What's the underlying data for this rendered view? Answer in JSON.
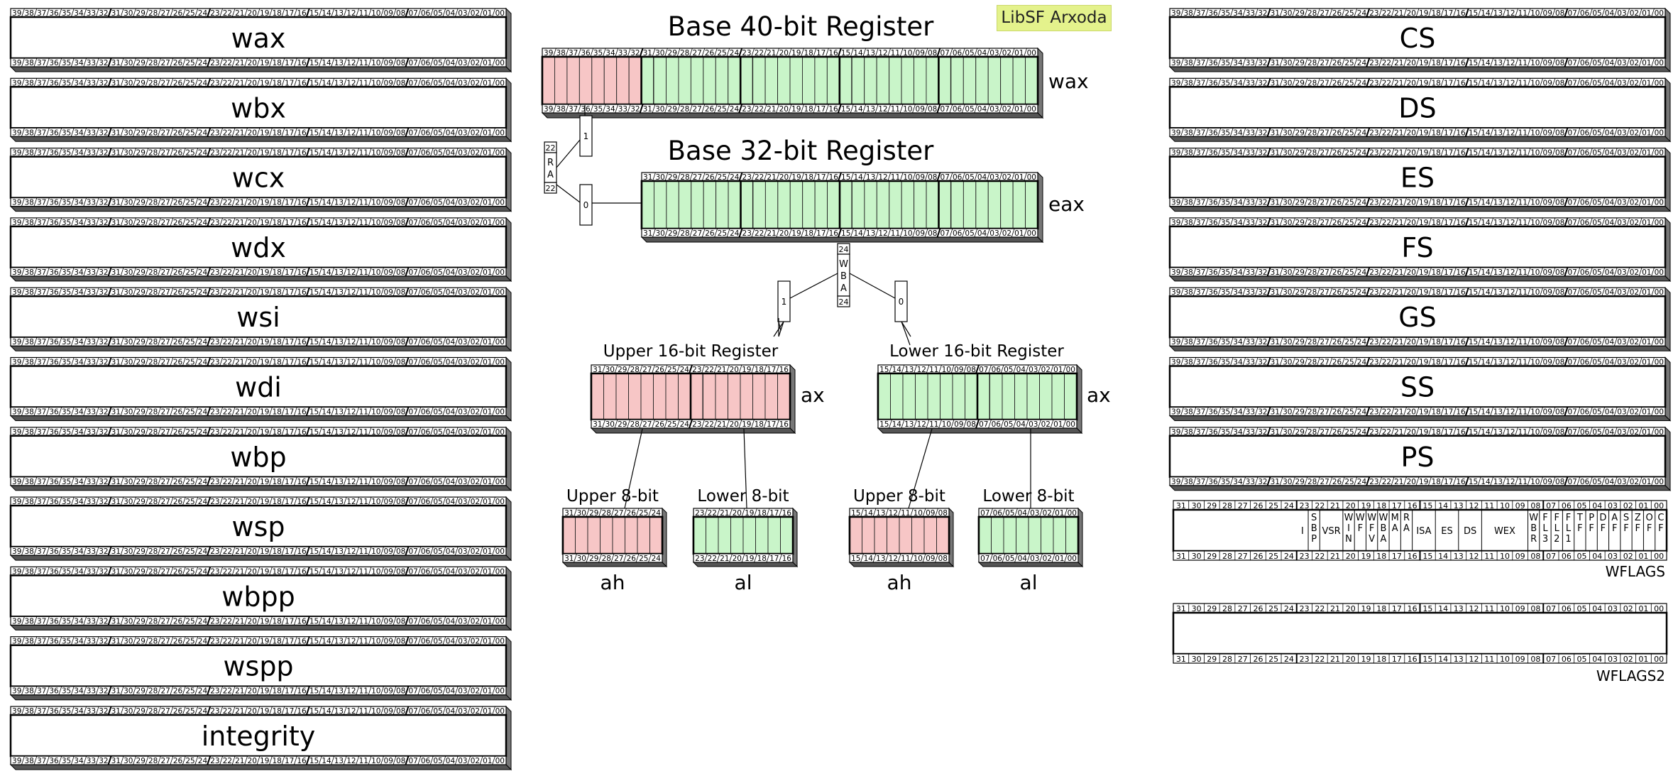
{
  "badge": "LibSF Arxoda",
  "colors": {
    "red": "#f7c6c6",
    "green": "#c9f5c9",
    "line": "#000000",
    "badge_bg": "#e4f28c"
  },
  "left_registers": [
    "wax",
    "wbx",
    "wcx",
    "wdx",
    "wsi",
    "wdi",
    "wbp",
    "wsp",
    "wbpp",
    "wspp",
    "integrity"
  ],
  "right_registers": [
    "CS",
    "DS",
    "ES",
    "FS",
    "GS",
    "SS",
    "PS"
  ],
  "bits40": [
    "39",
    "38",
    "37",
    "36",
    "35",
    "34",
    "33",
    "32",
    "31",
    "30",
    "29",
    "28",
    "27",
    "26",
    "25",
    "24",
    "23",
    "22",
    "21",
    "20",
    "19",
    "18",
    "17",
    "16",
    "15",
    "14",
    "13",
    "12",
    "11",
    "10",
    "09",
    "08",
    "07",
    "06",
    "05",
    "04",
    "03",
    "02",
    "01",
    "00"
  ],
  "bits32": [
    "31",
    "30",
    "29",
    "28",
    "27",
    "26",
    "25",
    "24",
    "23",
    "22",
    "21",
    "20",
    "19",
    "18",
    "17",
    "16",
    "15",
    "14",
    "13",
    "12",
    "11",
    "10",
    "09",
    "08",
    "07",
    "06",
    "05",
    "04",
    "03",
    "02",
    "01",
    "00"
  ],
  "bits_upper16": [
    "31",
    "30",
    "29",
    "28",
    "27",
    "26",
    "25",
    "24",
    "23",
    "22",
    "21",
    "20",
    "19",
    "18",
    "17",
    "16"
  ],
  "bits_lower16": [
    "15",
    "14",
    "13",
    "12",
    "11",
    "10",
    "09",
    "08",
    "07",
    "06",
    "05",
    "04",
    "03",
    "02",
    "01",
    "00"
  ],
  "bits_31_24": [
    "31",
    "30",
    "29",
    "28",
    "27",
    "26",
    "25",
    "24"
  ],
  "bits_23_16": [
    "23",
    "22",
    "21",
    "20",
    "19",
    "18",
    "17",
    "16"
  ],
  "bits_15_08": [
    "15",
    "14",
    "13",
    "12",
    "11",
    "10",
    "09",
    "08"
  ],
  "bits_07_00": [
    "07",
    "06",
    "05",
    "04",
    "03",
    "02",
    "01",
    "00"
  ],
  "diagram": {
    "base40_title": "Base 40-bit Register",
    "base40_name": "wax",
    "base32_title": "Base 32-bit Register",
    "base32_name": "eax",
    "upper16_title": "Upper 16-bit Register",
    "lower16_title": "Lower 16-bit Register",
    "ax_name": "ax",
    "upper8_title": "Upper 8-bit",
    "lower8_title": "Lower 8-bit",
    "ah_name": "ah",
    "al_name": "al",
    "ra_selector": {
      "top": "22",
      "chars": [
        "R",
        "A"
      ],
      "bottom": "22"
    },
    "wba_selector": {
      "top": "24",
      "chars": [
        "W",
        "B",
        "A"
      ],
      "bottom": "24"
    },
    "switch_one": "1",
    "switch_zero": "0"
  },
  "wflags": {
    "name": "WFLAGS",
    "fields": [
      {
        "label": "",
        "bits": [
          "31",
          "24"
        ]
      },
      {
        "label": "I",
        "bits": [
          "31",
          "31"
        ]
      },
      {
        "label": "SBP",
        "bits": [
          "30",
          "30"
        ]
      },
      {
        "label": "VSR",
        "bits": [
          "29",
          "28"
        ]
      },
      {
        "label": "WIN",
        "bits": [
          "27",
          "27"
        ]
      },
      {
        "label": "WF",
        "bits": [
          "26",
          "26"
        ]
      },
      {
        "label": "WFV",
        "bits": [
          "25",
          "25"
        ]
      },
      {
        "label": "WBA",
        "bits": [
          "24",
          "24"
        ]
      },
      {
        "label": "MA",
        "bits": [
          "23",
          "23"
        ]
      },
      {
        "label": "RA",
        "bits": [
          "22",
          "22"
        ]
      },
      {
        "label": "ISA",
        "bits": [
          "21",
          "20"
        ]
      },
      {
        "label": "ES",
        "bits": [
          "19",
          "18"
        ]
      },
      {
        "label": "DS",
        "bits": [
          "17",
          "16"
        ]
      },
      {
        "label": "WEX",
        "bits": [
          "15",
          "12"
        ]
      },
      {
        "label": "WBR",
        "bits": [
          "11",
          "11"
        ]
      },
      {
        "label": "FL3",
        "bits": [
          "10",
          "10"
        ]
      },
      {
        "label": "FL2",
        "bits": [
          "09",
          "09"
        ]
      },
      {
        "label": "FL1",
        "bits": [
          "08",
          "08"
        ]
      },
      {
        "label": "TF",
        "bits": [
          "07",
          "07"
        ]
      },
      {
        "label": "PF",
        "bits": [
          "06",
          "06"
        ]
      },
      {
        "label": "DF",
        "bits": [
          "05",
          "05"
        ]
      },
      {
        "label": "AF",
        "bits": [
          "04",
          "04"
        ]
      },
      {
        "label": "SF",
        "bits": [
          "03",
          "03"
        ]
      },
      {
        "label": "ZF",
        "bits": [
          "02",
          "02"
        ]
      },
      {
        "label": "OF",
        "bits": [
          "01",
          "01"
        ]
      },
      {
        "label": "CF",
        "bits": [
          "00",
          "00"
        ]
      }
    ]
  },
  "wflags2": {
    "name": "WFLAGS2"
  }
}
